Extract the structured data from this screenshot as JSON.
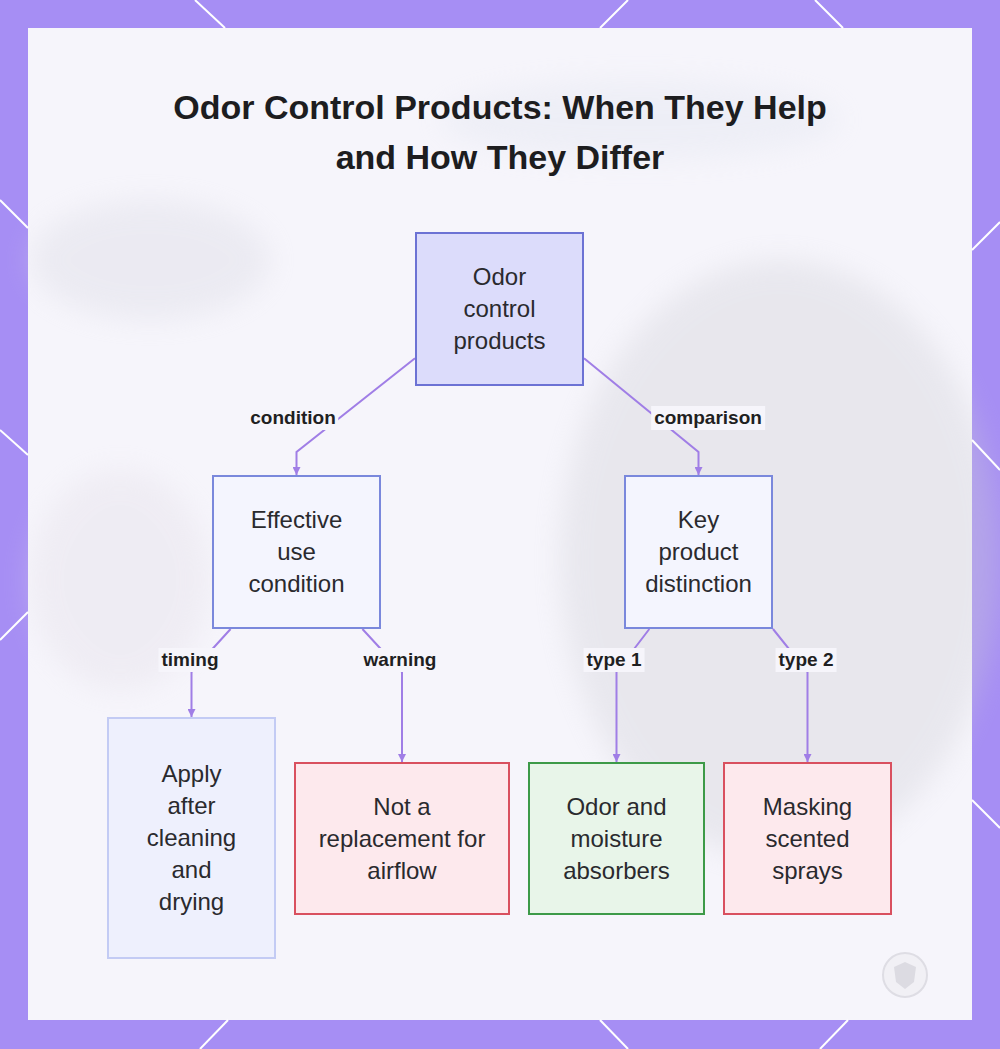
{
  "diagram": {
    "title": "Odor Control Products: When They Help and How They Differ",
    "nodes": [
      {
        "text": [
          "Odor control products"
        ]
      },
      {
        "text": [
          "Effective use condition"
        ]
      },
      {
        "text": [
          "Key product distinction"
        ]
      },
      {
        "text": [
          "Apply after cleaning and drying"
        ]
      },
      {
        "text": [
          "Not a replacement for airflow"
        ]
      },
      {
        "text": [
          "Odor and moisture absorbers"
        ]
      },
      {
        "text": [
          "Masking scented sprays"
        ]
      }
    ],
    "edges": [
      {
        "from": 0,
        "to": 1,
        "label": "condition",
        "arrow": "to"
      },
      {
        "from": 0,
        "to": 2,
        "label": "comparison",
        "arrow": "to"
      },
      {
        "from": 1,
        "to": 3,
        "label": "timing",
        "arrow": "to"
      },
      {
        "from": 1,
        "to": 4,
        "label": "warning",
        "arrow": "to"
      },
      {
        "from": 2,
        "to": 5,
        "label": "type 1",
        "arrow": "to"
      },
      {
        "from": 2,
        "to": 6,
        "label": "type 2",
        "arrow": "to"
      }
    ]
  }
}
